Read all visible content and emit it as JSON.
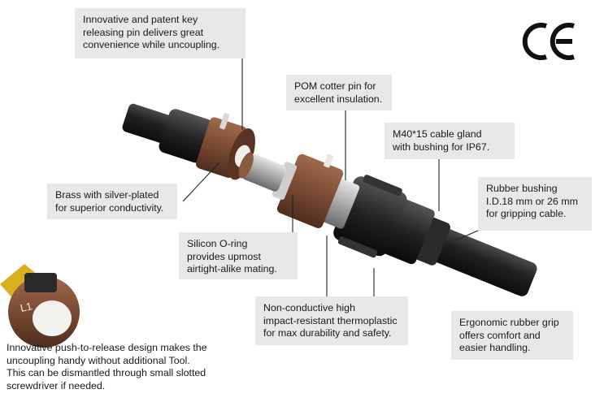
{
  "callouts": {
    "release_pin": "Innovative and patent key\nreleasing pin delivers great\nconvenience while uncoupling.",
    "pom_pin": "POM cotter pin for\nexcellent insulation.",
    "cable_gland": "M40*15 cable gland\nwith bushing for IP67.",
    "rubber_bushing": "Rubber bushing\nI.D.18 mm or 26 mm\nfor gripping cable.",
    "brass": "Brass with silver-plated\nfor superior conductivity.",
    "oring": "Silicon O-ring\nprovides upmost\nairtight-alike mating.",
    "thermoplastic": "Non-conductive high\nimpact-resistant thermoplastic\nfor max durability and safety.",
    "grip": "Ergonomic rubber grip\noffers comfort and\neasier handling.",
    "push_release": "Innovative push-to-release design makes the\nuncoupling handy without additional Tool.\nThis can be dismantled through small slotted\nscrewdriver if needed."
  },
  "marks": {
    "ce": "CE",
    "inset_label": "L1"
  },
  "colors": {
    "callout_bg": "#e8e8e8",
    "brown": "#7a4a32",
    "black_body": "#1c1c1c",
    "silver": "#b8b8b8"
  }
}
